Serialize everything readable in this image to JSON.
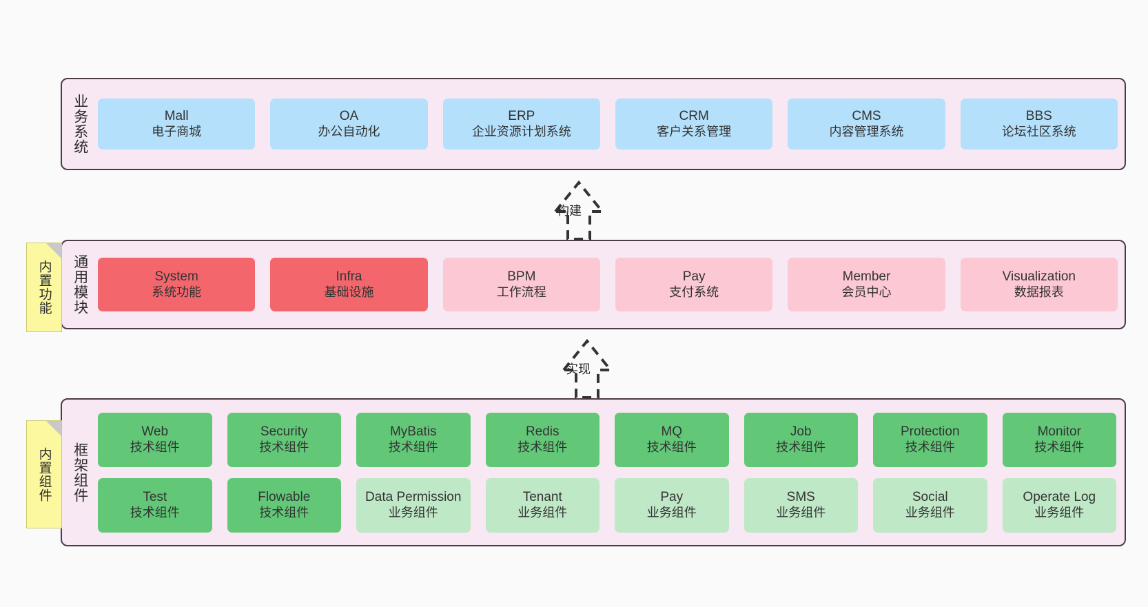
{
  "diagram": {
    "title": "Layered Architecture Diagram",
    "background": "#fafafa",
    "layer_background": "#f8e8f3",
    "layer_border": "#4a3b44",
    "note_background": "#fbf8a0"
  },
  "notes": [
    {
      "id": "note-function",
      "label": "内置功能"
    },
    {
      "id": "note-component",
      "label": "内置组件"
    }
  ],
  "connectors": [
    {
      "id": "arrow-build",
      "label": "构建",
      "style": "dashed-hollow-arrow-up"
    },
    {
      "id": "arrow-impl",
      "label": "实现",
      "style": "dashed-hollow-arrow-up"
    }
  ],
  "layers": [
    {
      "id": "layer-business",
      "title": "业务系统",
      "rows": [
        {
          "cards": [
            {
              "name": "Mall",
              "desc": "电子商城",
              "color": "#b5e0fb",
              "variant": "c-blue"
            },
            {
              "name": "OA",
              "desc": "办公自动化",
              "color": "#b5e0fb",
              "variant": "c-blue"
            },
            {
              "name": "ERP",
              "desc": "企业资源计划系统",
              "color": "#b5e0fb",
              "variant": "c-blue"
            },
            {
              "name": "CRM",
              "desc": "客户关系管理",
              "color": "#b5e0fb",
              "variant": "c-blue"
            },
            {
              "name": "CMS",
              "desc": "内容管理系统",
              "color": "#b5e0fb",
              "variant": "c-blue"
            },
            {
              "name": "BBS",
              "desc": "论坛社区系统",
              "color": "#b5e0fb",
              "variant": "c-blue"
            }
          ]
        }
      ]
    },
    {
      "id": "layer-common",
      "title": "通用模块",
      "rows": [
        {
          "cards": [
            {
              "name": "System",
              "desc": "系统功能",
              "color": "#f3676c",
              "variant": "c-red"
            },
            {
              "name": "Infra",
              "desc": "基础设施",
              "color": "#f3676c",
              "variant": "c-red"
            },
            {
              "name": "BPM",
              "desc": "工作流程",
              "color": "#fbc8d3",
              "variant": "c-pink"
            },
            {
              "name": "Pay",
              "desc": "支付系统",
              "color": "#fbc8d3",
              "variant": "c-pink"
            },
            {
              "name": "Member",
              "desc": "会员中心",
              "color": "#fbc8d3",
              "variant": "c-pink"
            },
            {
              "name": "Visualization",
              "desc": "数据报表",
              "color": "#fbc8d3",
              "variant": "c-pink"
            }
          ]
        }
      ]
    },
    {
      "id": "layer-framework",
      "title": "框架组件",
      "rows": [
        {
          "cards": [
            {
              "name": "Web",
              "desc": "技术组件",
              "color": "#62c878",
              "variant": "c-green"
            },
            {
              "name": "Security",
              "desc": "技术组件",
              "color": "#62c878",
              "variant": "c-green"
            },
            {
              "name": "MyBatis",
              "desc": "技术组件",
              "color": "#62c878",
              "variant": "c-green"
            },
            {
              "name": "Redis",
              "desc": "技术组件",
              "color": "#62c878",
              "variant": "c-green"
            },
            {
              "name": "MQ",
              "desc": "技术组件",
              "color": "#62c878",
              "variant": "c-green"
            },
            {
              "name": "Job",
              "desc": "技术组件",
              "color": "#62c878",
              "variant": "c-green"
            },
            {
              "name": "Protection",
              "desc": "技术组件",
              "color": "#62c878",
              "variant": "c-green"
            },
            {
              "name": "Monitor",
              "desc": "技术组件",
              "color": "#62c878",
              "variant": "c-green"
            }
          ]
        },
        {
          "cards": [
            {
              "name": "Test",
              "desc": "技术组件",
              "color": "#62c878",
              "variant": "c-green"
            },
            {
              "name": "Flowable",
              "desc": "技术组件",
              "color": "#62c878",
              "variant": "c-green"
            },
            {
              "name": "Data Permission",
              "desc": "业务组件",
              "color": "#bfe8c7",
              "variant": "c-lgreen"
            },
            {
              "name": "Tenant",
              "desc": "业务组件",
              "color": "#bfe8c7",
              "variant": "c-lgreen"
            },
            {
              "name": "Pay",
              "desc": "业务组件",
              "color": "#bfe8c7",
              "variant": "c-lgreen"
            },
            {
              "name": "SMS",
              "desc": "业务组件",
              "color": "#bfe8c7",
              "variant": "c-lgreen"
            },
            {
              "name": "Social",
              "desc": "业务组件",
              "color": "#bfe8c7",
              "variant": "c-lgreen"
            },
            {
              "name": "Operate Log",
              "desc": "业务组件",
              "color": "#bfe8c7",
              "variant": "c-lgreen"
            }
          ]
        }
      ]
    }
  ]
}
